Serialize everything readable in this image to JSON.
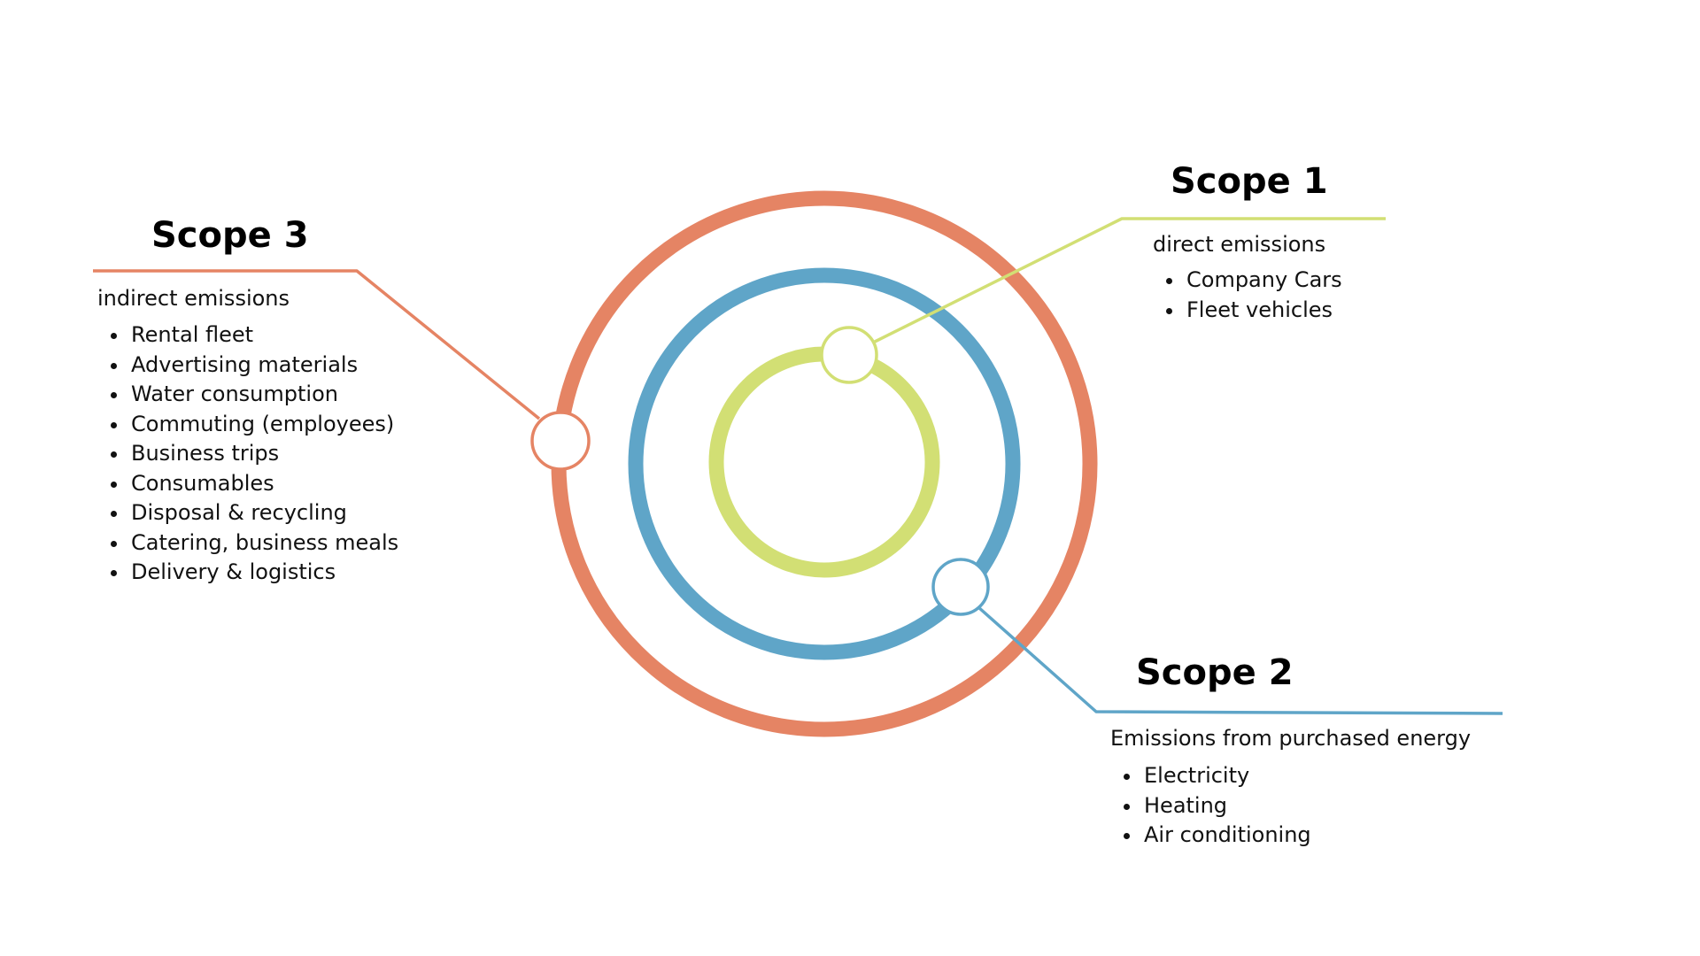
{
  "colors": {
    "scope1": "#d2df74",
    "scope2": "#5fa5c8",
    "scope3": "#e58464",
    "text": "#111111",
    "background": "#ffffff"
  },
  "scope1": {
    "title": "Scope 1",
    "subtitle": "direct emissions",
    "items": [
      "Company Cars",
      "Fleet vehicles"
    ]
  },
  "scope2": {
    "title": "Scope 2",
    "subtitle": "Emissions from purchased energy",
    "items": [
      "Electricity",
      "Heating",
      "Air conditioning"
    ]
  },
  "scope3": {
    "title": "Scope 3",
    "subtitle": "indirect emissions",
    "items": [
      "Rental fleet",
      "Advertising materials",
      "Water consumption",
      "Commuting (employees)",
      "Business trips",
      "Consumables",
      "Disposal & recycling",
      "Catering, business meals",
      "Delivery & logistics"
    ]
  }
}
